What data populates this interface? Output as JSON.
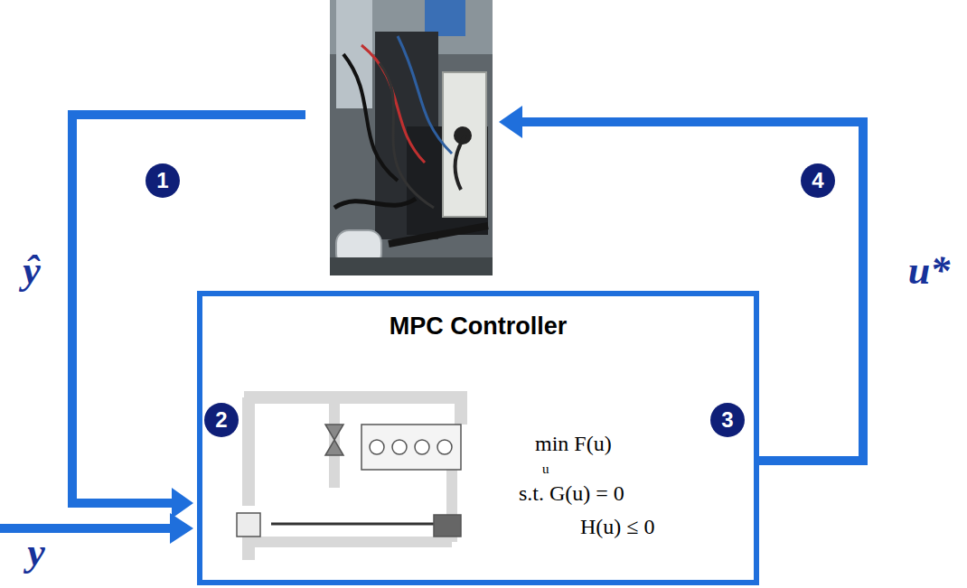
{
  "diagram": {
    "nodes": [
      {
        "text": [
          "MPC Controller",
          "min F(u)",
          "u",
          "s.t. G(u) = 0",
          "H(u) ≤ 0"
        ]
      }
    ],
    "labels": [
      "1",
      "ŷ",
      "2",
      "3",
      "4",
      "u*",
      "y"
    ]
  }
}
